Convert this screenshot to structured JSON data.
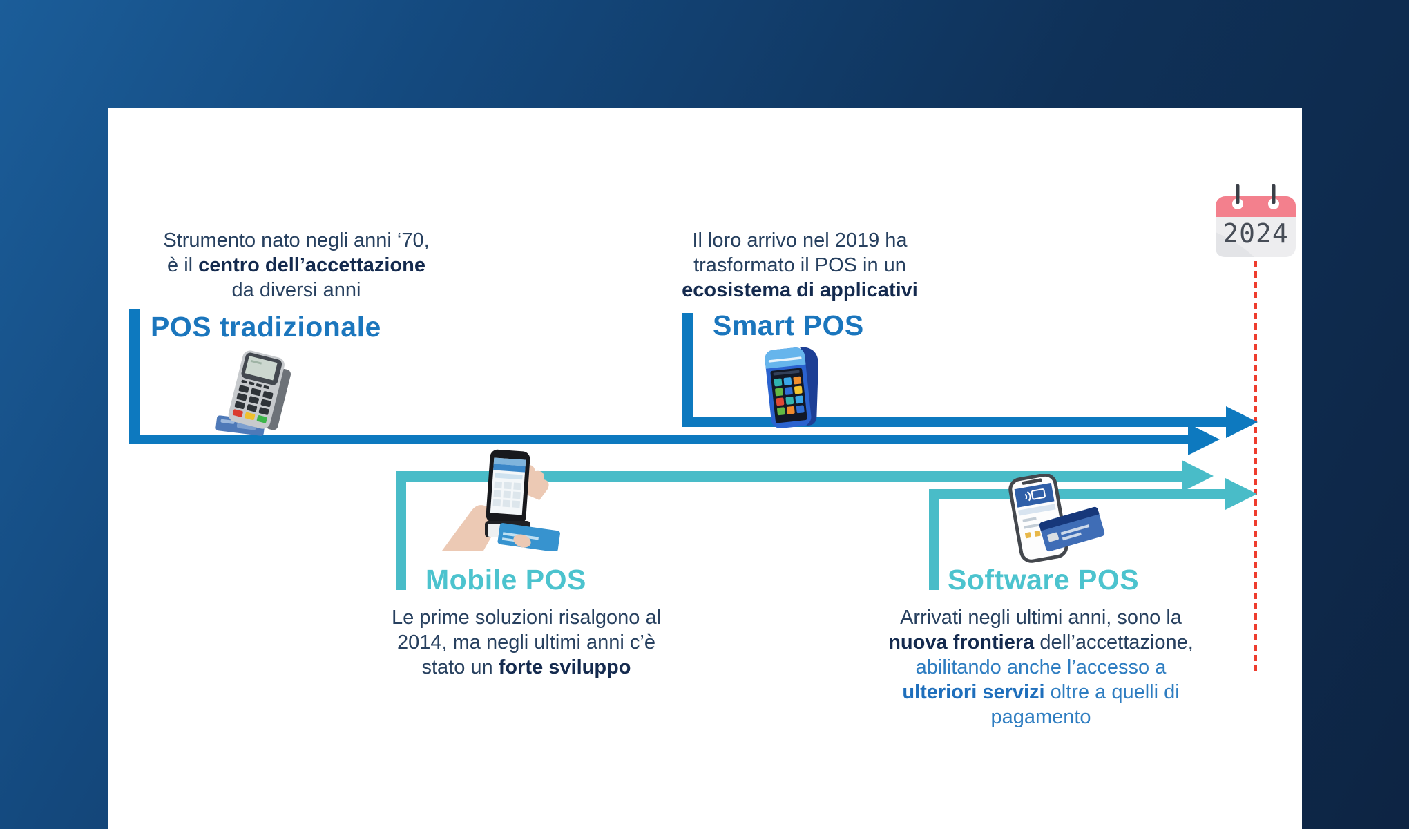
{
  "timeline": {
    "traditional": {
      "title": "POS tradizionale",
      "desc_l1": "Strumento nato negli anni ‘70,",
      "desc_l2a": "è il ",
      "desc_l2b": "centro dell’accettazione",
      "desc_l3": "da diversi anni"
    },
    "smart": {
      "title": "Smart POS",
      "desc_l1": "Il loro arrivo nel 2019 ha",
      "desc_l2": "trasformato il POS in un",
      "desc_l3": "ecosistema di applicativi"
    },
    "mobile": {
      "title": "Mobile POS",
      "desc_l1": "Le prime soluzioni risalgono al",
      "desc_l2": "2014, ma negli ultimi anni c’è",
      "desc_l3a": "stato un ",
      "desc_l3b": "forte sviluppo"
    },
    "software": {
      "title": "Software POS",
      "desc_l1": "Arrivati negli ultimi anni, sono la",
      "desc_l2a": "nuova frontiera",
      "desc_l2b": " dell’accettazione,",
      "desc_l3": "abilitando anche l’accesso a",
      "desc_l4a": "ulteriori servizi",
      "desc_l4b": " oltre a quelli di",
      "desc_l5": "pagamento"
    }
  },
  "calendar": {
    "year": "2024"
  },
  "icons": [
    "traditional-pos-illustration",
    "smart-pos-illustration",
    "mobile-pos-illustration",
    "software-pos-illustration",
    "calendar-icon"
  ],
  "colors": {
    "accent_blue": "#1b76bd",
    "line_blue": "#0d79bf",
    "teal": "#49bcc8",
    "teal_title": "#4cc3ce",
    "navy_text": "#27405f",
    "navy_bold": "#142a4e",
    "blue_text": "#2e7dc1",
    "red_dashed": "#ee3c2e",
    "calendar_pink": "#f3808d"
  }
}
